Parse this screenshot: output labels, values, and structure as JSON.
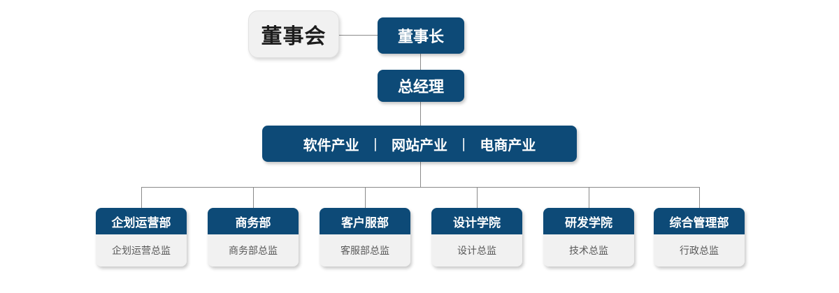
{
  "diagram": {
    "title": "",
    "colors": {
      "primary": "#0d4a77",
      "panel": "#f1f1f1",
      "connector": "#8a8a8a",
      "body_text": "#595959",
      "head_text": "#ffffff"
    },
    "board": {
      "label": "董事会"
    },
    "chairman": {
      "label": "董事长"
    },
    "general_manager": {
      "label": "总经理"
    },
    "industries": {
      "separator": "|",
      "items": [
        {
          "label": "软件产业"
        },
        {
          "label": "网站产业"
        },
        {
          "label": "电商产业"
        }
      ]
    },
    "departments": [
      {
        "name": "企划运营部",
        "role": "企划运营总监"
      },
      {
        "name": "商务部",
        "role": "商务部总监"
      },
      {
        "name": "客户服部",
        "role": "客服部总监"
      },
      {
        "name": "设计学院",
        "role": "设计总监"
      },
      {
        "name": "研发学院",
        "role": "技术总监"
      },
      {
        "name": "综合管理部",
        "role": "行政总监"
      }
    ]
  }
}
